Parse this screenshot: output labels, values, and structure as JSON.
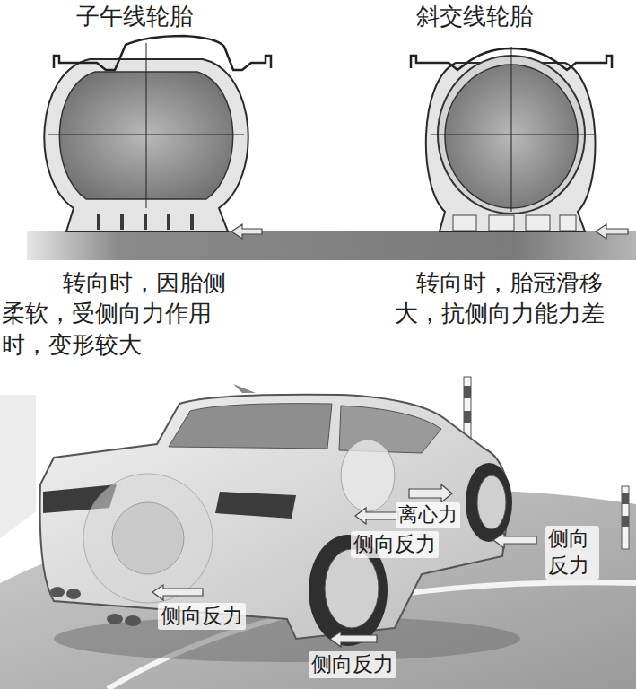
{
  "diagram": {
    "labels": [
      "子午线轮胎",
      "斜交线轮胎",
      "转向时，因胎侧柔软，受侧向力作用时，变形较大",
      "转向时，胎冠滑移大，抗侧向力能力差",
      "离心力",
      "侧向反力",
      "侧向反力",
      "侧向反力",
      "侧向反力"
    ]
  }
}
